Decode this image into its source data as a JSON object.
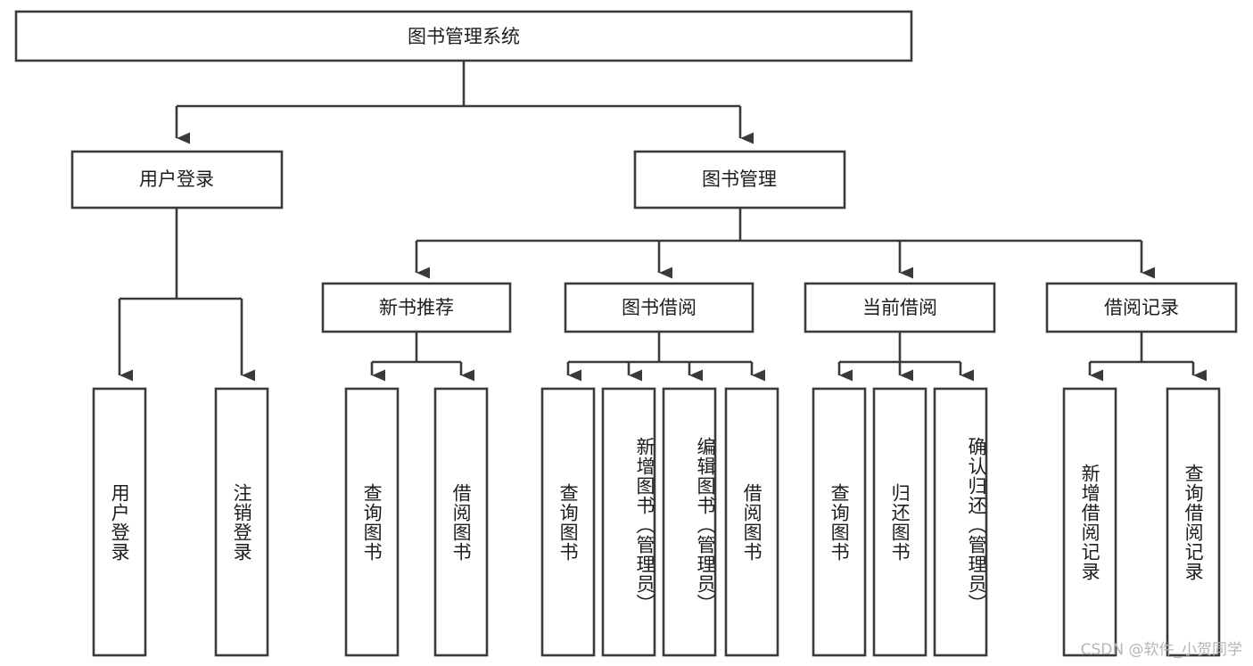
{
  "diagram": {
    "title": "图书管理系统",
    "type": "tree-hierarchy-diagram",
    "colors": {
      "box_fill": "#ffffff",
      "box_stroke": "#3a3a3a",
      "text": "#1d1d1d",
      "background": "#ffffff",
      "watermark": "#b6b6b6"
    },
    "root": {
      "label": "图书管理系统"
    },
    "level1": [
      {
        "label": "用户登录"
      },
      {
        "label": "图书管理"
      }
    ],
    "level2": [
      {
        "label": "新书推荐"
      },
      {
        "label": "图书借阅"
      },
      {
        "label": "当前借阅"
      },
      {
        "label": "借阅记录"
      }
    ],
    "leaves": {
      "user_login": [
        {
          "label": "用户登录"
        },
        {
          "label": "注销登录"
        }
      ],
      "new_book_recommend": [
        {
          "label": "查询图书"
        },
        {
          "label": "借阅图书"
        }
      ],
      "book_borrow": [
        {
          "label": "查询图书"
        },
        {
          "label": "新增图书（管理员）"
        },
        {
          "label": "编辑图书（管理员）"
        },
        {
          "label": "借阅图书"
        }
      ],
      "current_borrow": [
        {
          "label": "查询图书"
        },
        {
          "label": "归还图书"
        },
        {
          "label": "确认归还（管理员）"
        }
      ],
      "borrow_record": [
        {
          "label": "新增借阅记录"
        },
        {
          "label": "查询借阅记录"
        }
      ]
    },
    "watermark": "CSDN @软件_小贺同学"
  }
}
